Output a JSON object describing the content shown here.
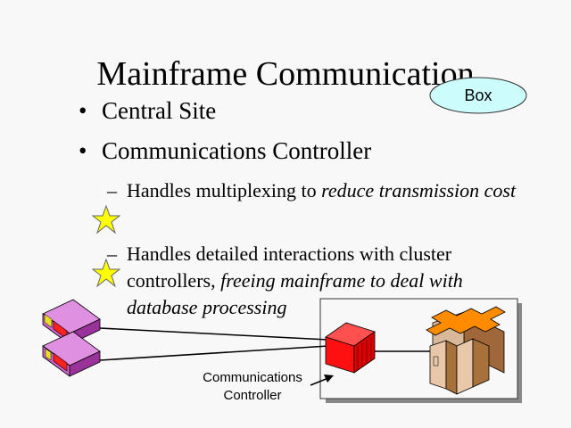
{
  "slide": {
    "title": "Mainframe Communication",
    "callout": {
      "label": "Box",
      "fill": "#ccfcfc"
    },
    "bullets": [
      {
        "marker": "•",
        "text": "Central Site"
      },
      {
        "marker": "•",
        "text": "Communications Controller"
      }
    ],
    "sub_bullets": [
      {
        "marker": "–",
        "text": "Handles multiplexing to ",
        "italic": "reduce transmission cost"
      },
      {
        "marker": "–",
        "text": "Handles detailed interactions with cluster controllers, ",
        "italic": "freeing mainframe to deal with database processing"
      }
    ],
    "stars": [
      {
        "icon": "star-icon",
        "color": "#ffff00"
      },
      {
        "icon": "star-icon",
        "color": "#ffff00"
      }
    ],
    "diagram": {
      "cluster_controllers": [
        {
          "icon": "cluster-controller-icon",
          "color": "#cc66cc"
        },
        {
          "icon": "cluster-controller-icon",
          "color": "#cc66cc"
        }
      ],
      "communications_controller": {
        "icon": "communications-controller-icon",
        "color": "#ff2020"
      },
      "mainframe": {
        "icon": "mainframe-icon",
        "top_color": "#ff8c00",
        "body_color": "#e8c8a8"
      },
      "label_line1": "Communications",
      "label_line2": "Controller"
    }
  }
}
